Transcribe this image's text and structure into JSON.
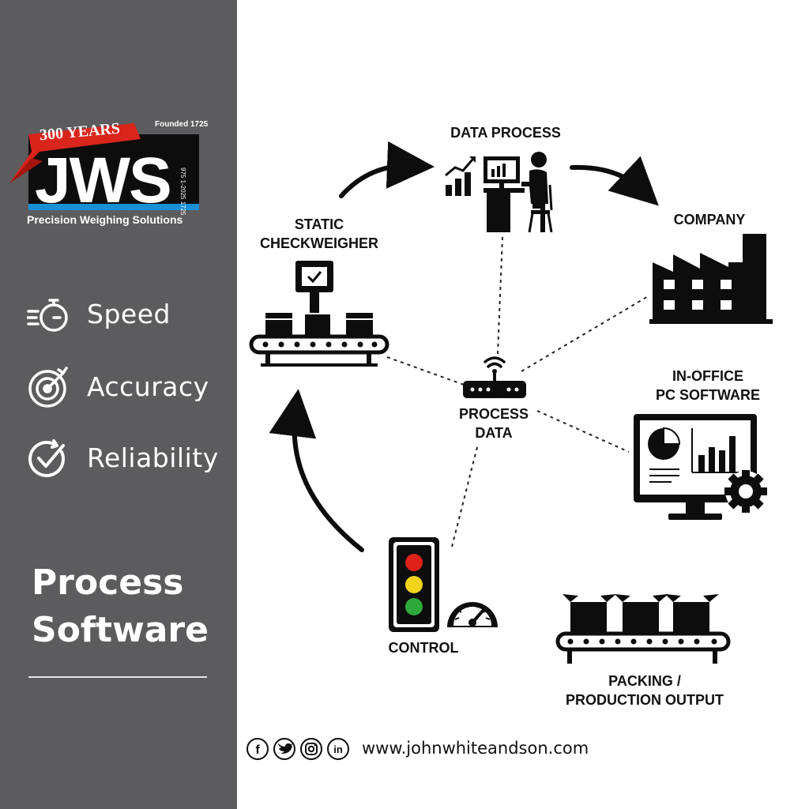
{
  "brand": {
    "ribbon_text": "300 YEARS",
    "founded": "Founded 1725",
    "logo": "JWS",
    "side_text": "975 1-2025 1725",
    "tagline": "Precision Weighing Solutions"
  },
  "features": [
    {
      "label": "Speed",
      "icon": "stopwatch-icon"
    },
    {
      "label": "Accuracy",
      "icon": "target-icon"
    },
    {
      "label": "Reliability",
      "icon": "check-circle-icon"
    }
  ],
  "section_title": {
    "line1": "Process",
    "line2": "Software"
  },
  "diagram": {
    "static_checkweigher": {
      "line1": "STATIC",
      "line2": "CHECKWEIGHER"
    },
    "data_process": "DATA PROCESS",
    "company": "COMPANY",
    "process_data": {
      "line1": "PROCESS",
      "line2": "DATA"
    },
    "in_office": {
      "line1": "IN-OFFICE",
      "line2": "PC SOFTWARE"
    },
    "control": "CONTROL",
    "packing": {
      "line1": "PACKING /",
      "line2": "PRODUCTION OUTPUT"
    }
  },
  "footer": {
    "social": [
      "facebook-icon",
      "twitter-icon",
      "instagram-icon",
      "linkedin-icon"
    ],
    "website": "www.johnwhiteandson.com"
  },
  "colors": {
    "sidebar": "#5c5c5e",
    "logo_red": "#d9251c",
    "logo_blue": "#1a8fd8",
    "traffic_red": "#e0211b",
    "traffic_yellow": "#f2d21a",
    "traffic_green": "#2eaa3c"
  }
}
